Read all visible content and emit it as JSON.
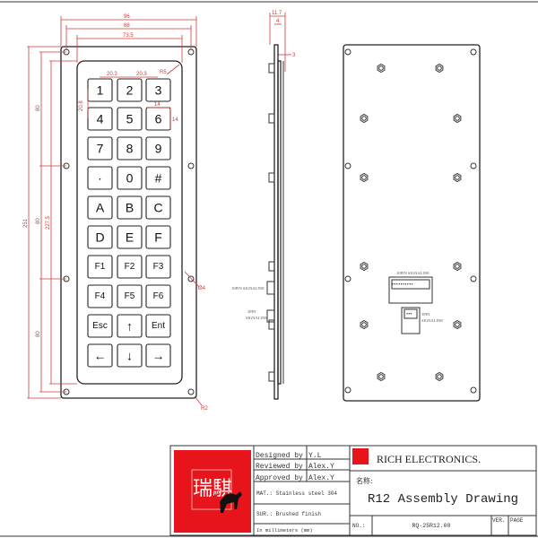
{
  "drawing": {
    "keys": [
      "1",
      "2",
      "3",
      "4",
      "5",
      "6",
      "7",
      "8",
      "9",
      "·",
      "0",
      "#",
      "A",
      "B",
      "C",
      "D",
      "E",
      "F",
      "F1",
      "F2",
      "F3",
      "F4",
      "F5",
      "F6",
      "Esc",
      "↑",
      "Ent",
      "←",
      "↓",
      "→"
    ],
    "dimensions": {
      "width_overall": "96",
      "hole_spacing_h": "88",
      "inner_width": "73.5",
      "key_pitch_h1": "20.3",
      "key_pitch_h2": "20.3",
      "corner_radius_inner": "R5",
      "key_pitch_v": "20.8",
      "key_width": "14",
      "key_height": "14",
      "height_overall": "251",
      "hole_spacing_v1": "80",
      "hole_spacing_v2": "80",
      "hole_spacing_v3": "80",
      "inner_height": "227.5",
      "hole_diameter": "Ø4",
      "corner_radius_outer": "R2",
      "side_total": "11.7",
      "side_panel": "4",
      "side_plate": "3"
    },
    "connectors": {
      "ten_pin": "10PIN SIGNALINE",
      "three_pin_line1": "3PIN",
      "three_pin_line2": "SIGNALINE"
    }
  },
  "title_block": {
    "designed_by_label": "Designed by",
    "designed_by": "Y.L",
    "reviewed_by_label": "Reviewed by",
    "reviewed_by": "Alex.Y",
    "approved_by_label": "Approved by",
    "approved_by": "Alex.Y",
    "material": "MAT.: Stainless steel 304",
    "surface": "SUR.: Brushed finish",
    "units": "In millimeters (mm)",
    "company": "RICH ELECTRONICS.",
    "name_label": "名称:",
    "drawing_title": "R12 Assembly Drawing",
    "no_label": "NO.:",
    "drawing_no": "RQ-25R12.00",
    "ver_label": "VER.",
    "page_label": "PAGE",
    "logo_text": "瑞騏",
    "brand_color": "#e8141b"
  }
}
